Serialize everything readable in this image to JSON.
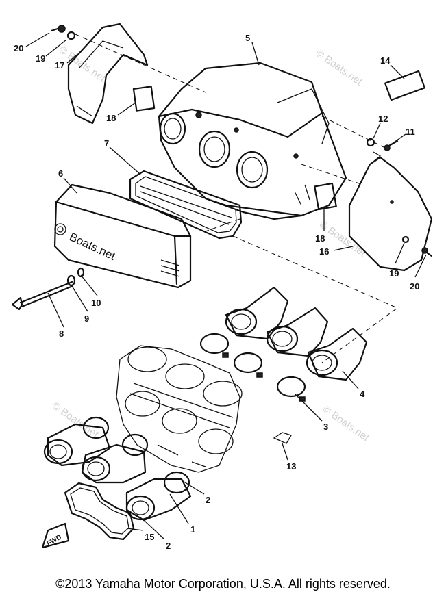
{
  "diagram": {
    "labels": {
      "p1": "1",
      "p2a": "2",
      "p2b": "2",
      "p3": "3",
      "p4": "4",
      "p5": "5",
      "p6": "6",
      "p7": "7",
      "p8": "8",
      "p9": "9",
      "p10": "10",
      "p11": "11",
      "p12": "12",
      "p13": "13",
      "p14": "14",
      "p15": "15",
      "p16": "16",
      "p17": "17",
      "p18a": "18",
      "p18b": "18",
      "p19a": "19",
      "p19b": "19",
      "p20a": "20",
      "p20b": "20"
    },
    "fwd_label": "FWD",
    "watermark_main": "Boats.net",
    "watermark_repeat": "© Boats.net"
  },
  "footer": {
    "copyright": "©2013 Yamaha Motor Corporation, U.S.A. All rights reserved."
  }
}
